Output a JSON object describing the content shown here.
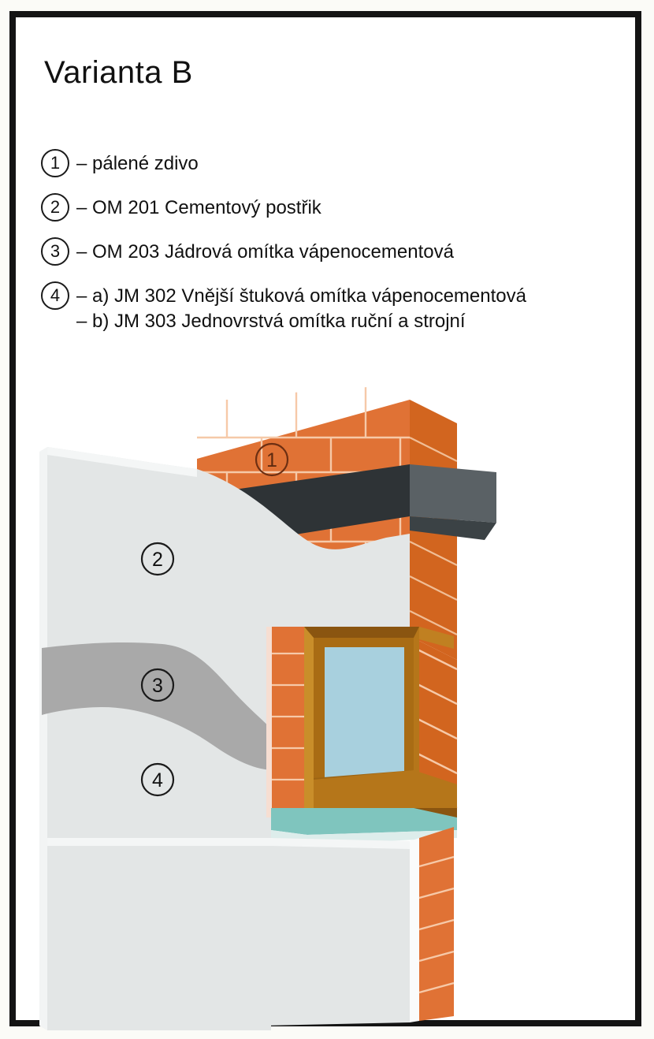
{
  "document": {
    "title": "Varianta B",
    "language": "cs"
  },
  "legend": {
    "items": [
      {
        "number": "1",
        "lines": [
          "– pálené zdivo"
        ]
      },
      {
        "number": "2",
        "lines": [
          "– OM 201 Cementový postřik"
        ]
      },
      {
        "number": "3",
        "lines": [
          "– OM 203 Jádrová omítka vápenocementová"
        ]
      },
      {
        "number": "4",
        "lines": [
          "– a) JM 302 Vnější štuková omítka vápenocementová",
          "– b) JM 303 Jednovrstvá omítka ruční a strojní"
        ]
      }
    ]
  },
  "diagram": {
    "name": "wall-window-cross-section",
    "markers": [
      {
        "id": "1",
        "label": "1",
        "target": "brick-masonry"
      },
      {
        "id": "2",
        "label": "2",
        "target": "cement-spray-layer"
      },
      {
        "id": "3",
        "label": "3",
        "target": "core-plaster-layer"
      },
      {
        "id": "4",
        "label": "4",
        "target": "finish-plaster-layer"
      }
    ],
    "parts": [
      "brick-masonry",
      "concrete-lintel",
      "cement-spray-layer",
      "core-plaster-layer",
      "finish-plaster-layer",
      "window-frame",
      "window-glass",
      "window-sill"
    ]
  },
  "colors": {
    "frame_border": "#141414",
    "page_background": "#ffffff",
    "brick_face": "#E07235",
    "brick_side": "#D2651F",
    "brick_joint": "#F6C9A8",
    "lintel_front": "#2E3336",
    "lintel_top": "#5A6165",
    "lintel_side": "#464C50",
    "plaster_outer": "#E3E6E6",
    "plaster_mid": "#A9A9A9",
    "plaster_edge": "#F2F4F4",
    "frame_wood": "#B5761A",
    "frame_wood_dark": "#8A5510",
    "frame_wood_light": "#C98E2A",
    "glass": "#A8D0DE",
    "sill_teal": "#7FC5BE",
    "text": "#111111"
  }
}
